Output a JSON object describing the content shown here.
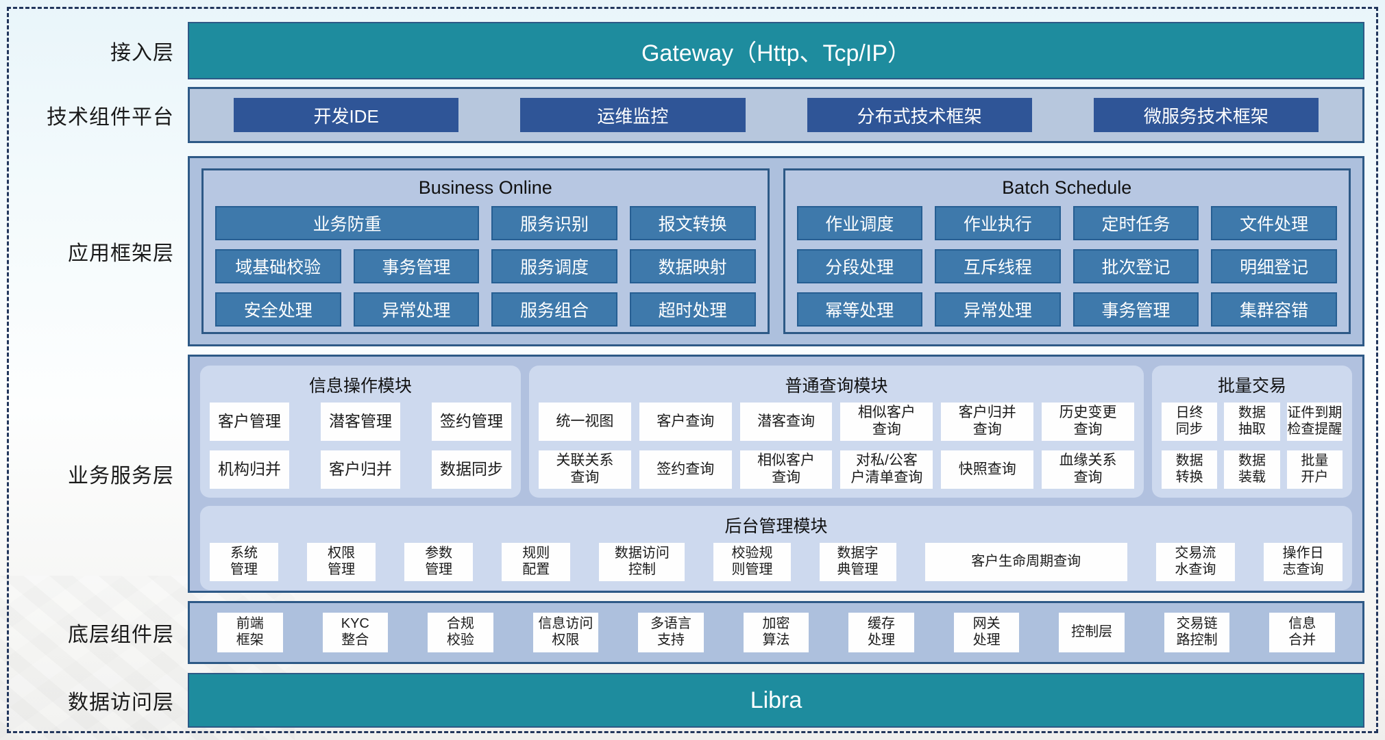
{
  "access": {
    "layer_label": "接入层",
    "gateway_label": "Gateway（Http、Tcp/IP）"
  },
  "tech_platform": {
    "layer_label": "技术组件平台",
    "items": [
      "开发IDE",
      "运维监控",
      "分布式技术框架",
      "微服务技术框架"
    ]
  },
  "app_framework": {
    "layer_label": "应用框架层",
    "business_online": {
      "title": "Business Online",
      "cells": [
        "业务防重",
        "服务识别",
        "报文转换",
        "域基础校验",
        "事务管理",
        "服务调度",
        "数据映射",
        "安全处理",
        "异常处理",
        "服务组合",
        "超时处理"
      ]
    },
    "batch_schedule": {
      "title": "Batch Schedule",
      "cells": [
        "作业调度",
        "作业执行",
        "定时任务",
        "文件处理",
        "分段处理",
        "互斥线程",
        "批次登记",
        "明细登记",
        "幂等处理",
        "异常处理",
        "事务管理",
        "集群容错"
      ]
    }
  },
  "business_service": {
    "layer_label": "业务服务层",
    "info_ops": {
      "title": "信息操作模块",
      "cells": [
        "客户管理",
        "潜客管理",
        "签约管理",
        "机构归并",
        "客户归并",
        "数据同步"
      ]
    },
    "common_query": {
      "title": "普通查询模块",
      "cells": [
        "统一视图",
        "客户查询",
        "潜客查询",
        "相似客户\n查询",
        "客户归并\n查询",
        "历史变更\n查询",
        "关联关系\n查询",
        "签约查询",
        "相似客户\n查询",
        "对私/公客\n户清单查询",
        "快照查询",
        "血缘关系\n查询"
      ]
    },
    "batch_trade": {
      "title": "批量交易",
      "cells": [
        "日终\n同步",
        "数据\n抽取",
        "证件到期\n检查提醒",
        "数据\n转换",
        "数据\n装载",
        "批量\n开户"
      ]
    },
    "admin": {
      "title": "后台管理模块",
      "cells": [
        "系统\n管理",
        "权限\n管理",
        "参数\n管理",
        "规则\n配置",
        "数据访问\n控制",
        "校验规\n则管理",
        "数据字\n典管理",
        "客户生命周期查询",
        "交易流\n水查询",
        "操作日\n志查询"
      ]
    }
  },
  "base_components": {
    "layer_label": "底层组件层",
    "cells": [
      "前端\n框架",
      "KYC\n整合",
      "合规\n校验",
      "信息访问\n权限",
      "多语言\n支持",
      "加密\n算法",
      "缓存\n处理",
      "网关\n处理",
      "控制层",
      "交易链\n路控制",
      "信息\n合并"
    ]
  },
  "data_access": {
    "layer_label": "数据访问层",
    "bar_label": "Libra"
  },
  "colors": {
    "teal": "#1E8C9E",
    "dark_blue": "#2F5597",
    "steel_blue": "#3E79AB",
    "container_blue": "#ADC0DD",
    "sub_panel_blue": "#B7C7E2",
    "rounded_panel": "#CDD9EE",
    "border_blue": "#2D5986",
    "dashed_frame": "#22365C"
  }
}
